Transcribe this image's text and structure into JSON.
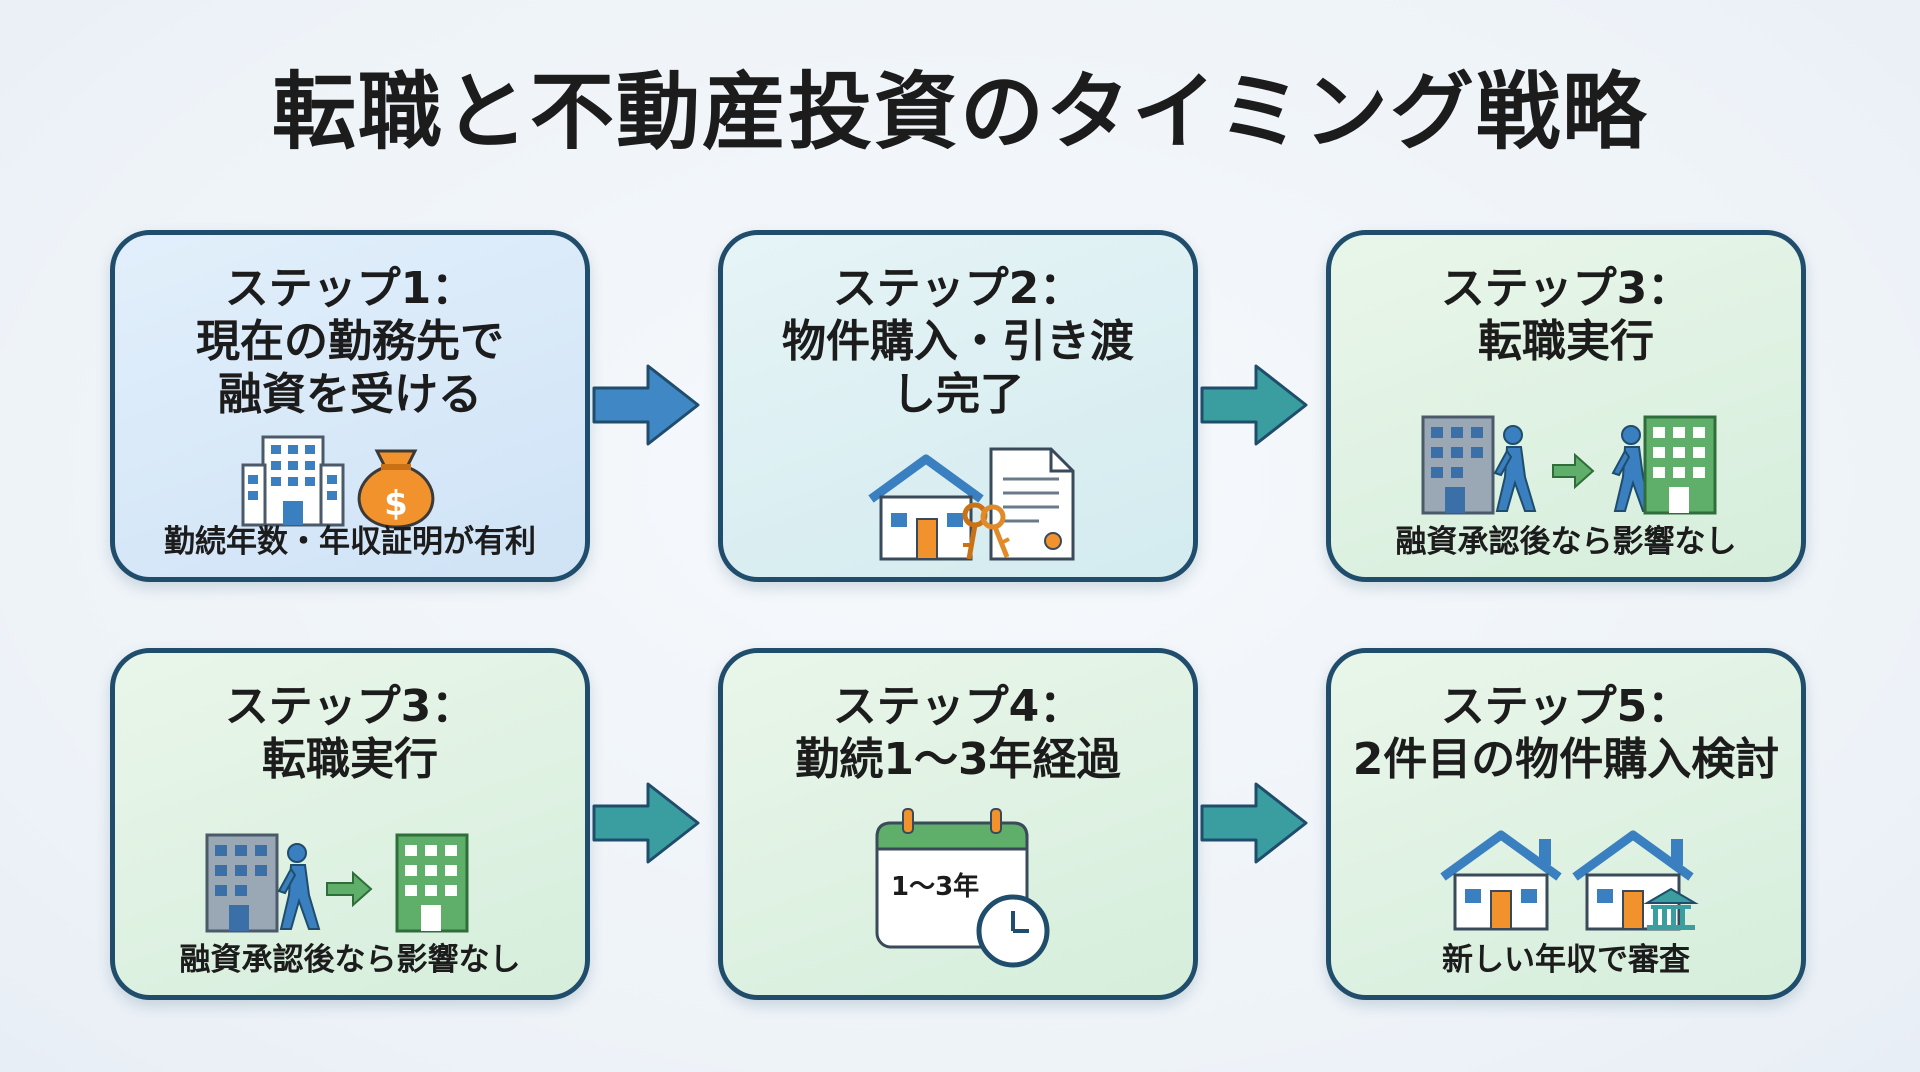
{
  "title": "転職と不動産投資のタイミング戦略",
  "colors": {
    "border": "#1f4d6b",
    "arrow_blue": "#3f88c5",
    "arrow_teal": "#3a9ea0",
    "building_gray": "#9aa7b4",
    "building_green": "#5fae6a",
    "orange": "#f2922c",
    "house_blue": "#3a7fbf"
  },
  "steps": [
    {
      "label": "ステップ1：",
      "title_lines": [
        "現在の勤務先で",
        "融資を受ける"
      ],
      "caption": "勤続年数・年収証明が有利",
      "icons": [
        "office-building-icon",
        "money-bag-icon"
      ],
      "money_symbol": "$"
    },
    {
      "label": "ステップ2：",
      "title_lines": [
        "物件購入・引き渡",
        "し完了"
      ],
      "caption": "",
      "icons": [
        "house-icon",
        "keys-icon",
        "contract-document-icon"
      ]
    },
    {
      "label": "ステップ3：",
      "title_lines": [
        "転職実行"
      ],
      "caption": "融資承認後なら影響なし",
      "icons": [
        "old-office-icon",
        "walking-person-icon",
        "arrow-right-icon",
        "new-office-icon"
      ]
    },
    {
      "label": "ステップ3：",
      "title_lines": [
        "転職実行"
      ],
      "caption": "融資承認後なら影響なし",
      "icons": [
        "old-office-icon",
        "walking-person-icon",
        "arrow-right-icon",
        "new-office-icon"
      ]
    },
    {
      "label": "ステップ4：",
      "title_lines": [
        "勤続1〜3年経過"
      ],
      "caption": "",
      "calendar_text": "1〜3年",
      "icons": [
        "calendar-icon",
        "clock-icon"
      ]
    },
    {
      "label": "ステップ5：",
      "title_lines": [
        "2件目の物件購入検討"
      ],
      "caption": "新しい年収で審査",
      "icons": [
        "house-icon",
        "house-icon",
        "bank-icon"
      ]
    }
  ]
}
